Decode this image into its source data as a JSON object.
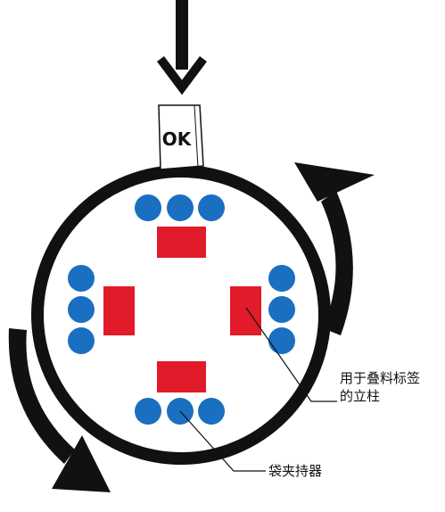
{
  "card": {
    "label": "OK"
  },
  "annotations": {
    "pillar_line1": "用于叠料标签",
    "pillar_line2": "的立柱",
    "clamp": "袋夹持器"
  },
  "colors": {
    "ring": "#111111",
    "clamp_dot": "#1a6fc0",
    "pillar": "#e21b2a",
    "arrow": "#111111"
  },
  "icons": [
    "down-arrow-icon",
    "rotate-arrow-icon"
  ]
}
